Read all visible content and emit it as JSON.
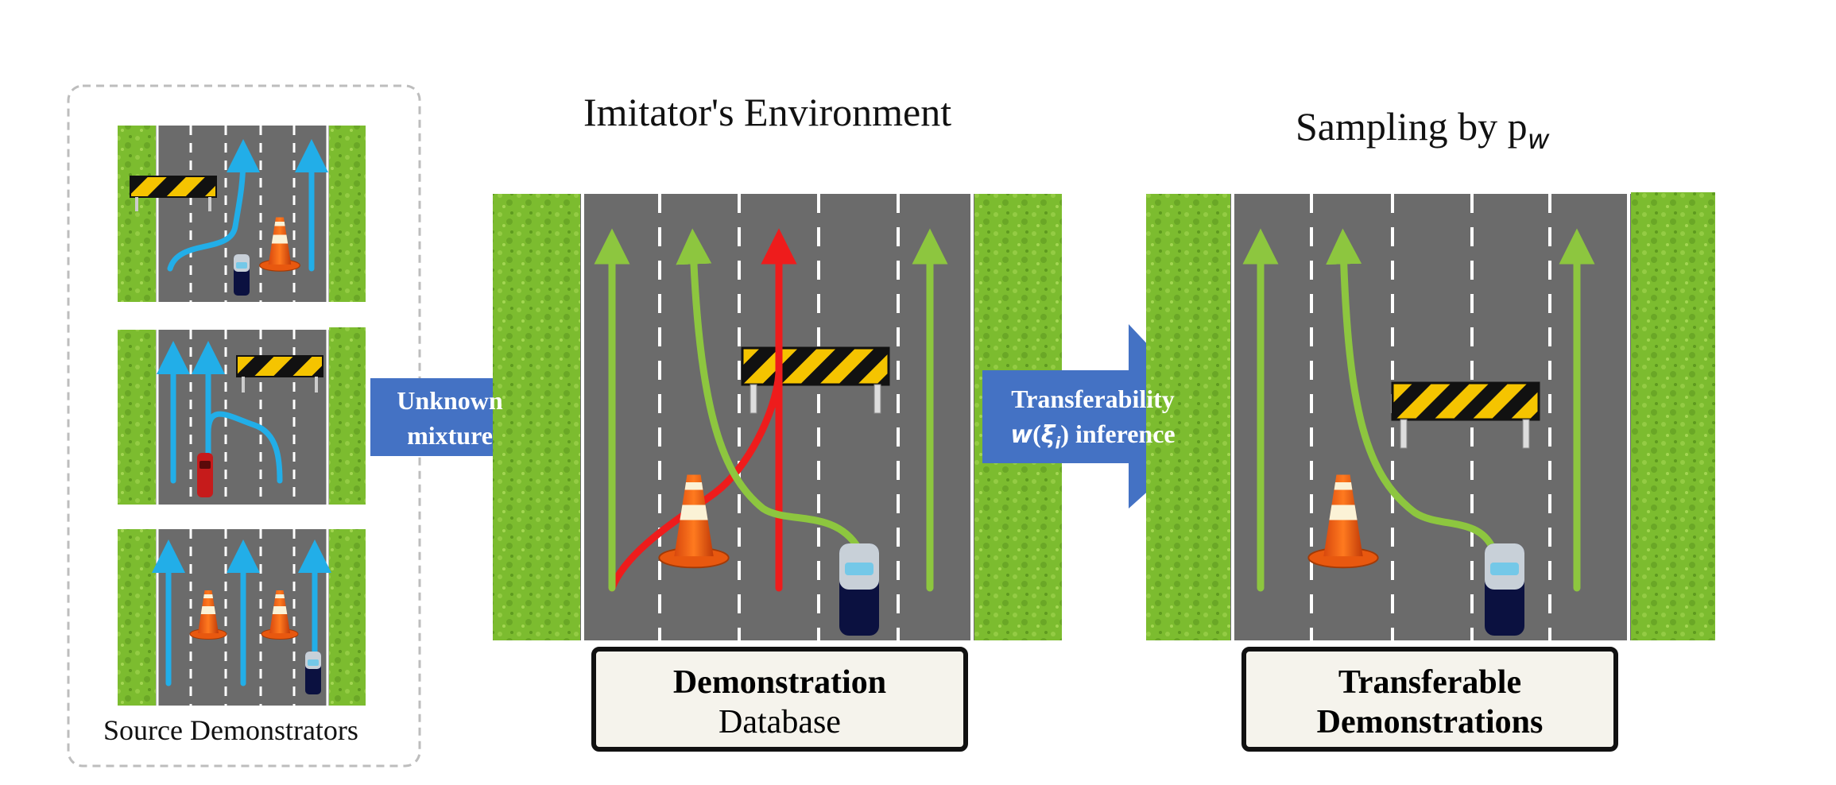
{
  "source_label": "Source Demonstrators",
  "arrow1": {
    "line1": "Unknown",
    "line2": "mixture"
  },
  "arrow2": {
    "line1": "Transferability",
    "line2_prefix": "w",
    "line2_xi": "ξ",
    "line2_sub": "i",
    "line2_suffix": " inference"
  },
  "imitator": {
    "title": "Imitator's Environment",
    "box_bold": "Demonstration",
    "box_normal": "Database"
  },
  "sampling": {
    "title_prefix": "Sampling by p",
    "title_sub": "w",
    "box_line1": "Transferable",
    "box_line2": "Demonstrations"
  },
  "colors": {
    "road": "#6b6b6b",
    "grass": "#7dbb2e",
    "blue_traj": "#22aee8",
    "green_traj": "#8dc63f",
    "red_traj": "#ee1c1c",
    "arrow": "#4472c4"
  }
}
